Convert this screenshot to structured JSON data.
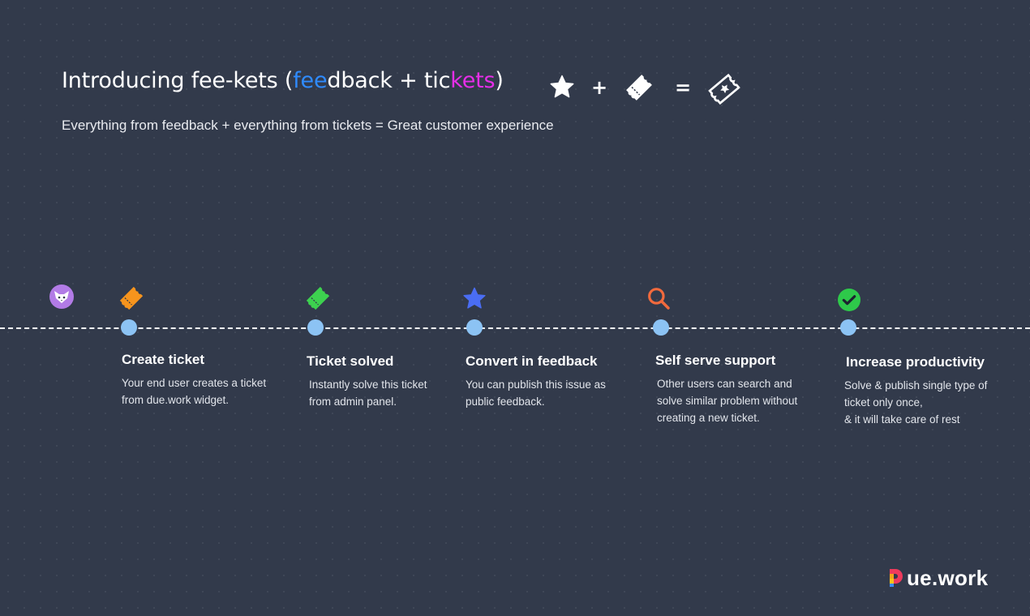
{
  "header": {
    "title_prefix": "Introducing fee-kets (",
    "title_blue": "fee",
    "title_mid": "dback + tic",
    "title_pink": "kets",
    "title_suffix": ")",
    "subtitle": "Everything from feedback + everything from tickets = Great customer experience"
  },
  "equation": {
    "items": [
      "star-icon",
      "+",
      "ticket-icon",
      "=",
      "star-ticket-icon"
    ]
  },
  "steps": [
    {
      "title": "Create ticket",
      "desc": [
        "Your end user creates a ticket",
        "from due.work widget."
      ],
      "icon": "ticket-icon",
      "color": "#f7941d"
    },
    {
      "title": "Ticket solved",
      "desc": [
        "Instantly solve this ticket",
        "from admin panel."
      ],
      "icon": "ticket-icon",
      "color": "#3dd14f"
    },
    {
      "title": "Convert in feedback",
      "desc": [
        "You can publish this issue as",
        "public feedback."
      ],
      "icon": "star-icon",
      "color": "#4a6df3"
    },
    {
      "title": "Self serve support",
      "desc": [
        "Other users can search and",
        "solve similar problem without",
        "creating a new ticket."
      ],
      "icon": "search-icon",
      "color": "#f26a3d"
    },
    {
      "title": "Increase productivity",
      "desc": [
        "Solve & publish single type of",
        "ticket only once,",
        "& it will take care of rest"
      ],
      "icon": "check-circle-icon",
      "color": "#2ec94a"
    }
  ],
  "logo": {
    "text": "ue.work"
  },
  "colors": {
    "background": "#323a4b",
    "dot": "#8cc3f4",
    "blue": "#2f8bff",
    "pink": "#e62ee8"
  }
}
